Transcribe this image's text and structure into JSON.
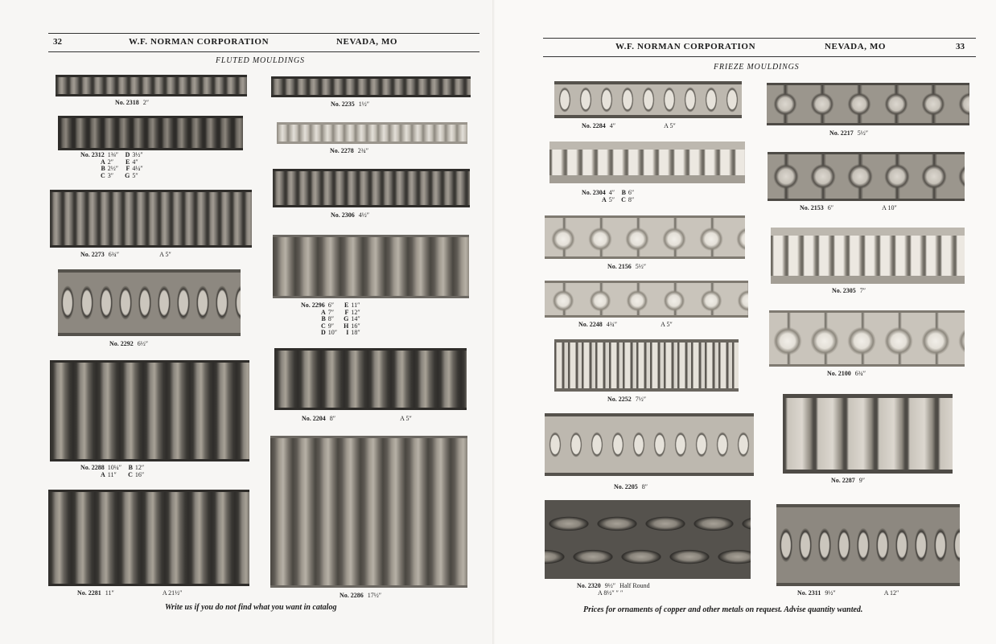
{
  "left_page": {
    "page_number": "32",
    "company": "W.F. NORMAN CORPORATION",
    "city": "NEVADA, MO",
    "section": "FLUTED MOULDINGS",
    "footer": "Write us if you do not find what you want in catalog",
    "items": {
      "n2318": {
        "no": "No. 2318",
        "size": "2″"
      },
      "n2312": {
        "no": "No. 2312",
        "size": "1⅜″",
        "alts": [
          {
            "k": "A",
            "v": "2″"
          },
          {
            "k": "B",
            "v": "2½″"
          },
          {
            "k": "C",
            "v": "3″"
          },
          {
            "k": "D",
            "v": "3½″"
          },
          {
            "k": "E",
            "v": "4″"
          },
          {
            "k": "F",
            "v": "4¼″"
          },
          {
            "k": "G",
            "v": "5″"
          }
        ]
      },
      "n2273": {
        "no": "No. 2273",
        "size": "6¾″",
        "alt": "A  5″"
      },
      "n2292": {
        "no": "No. 2292",
        "size": "6½″"
      },
      "n2288": {
        "no": "No. 2288",
        "size": "10¼″",
        "alts": [
          {
            "k": "A",
            "v": "11″"
          },
          {
            "k": "B",
            "v": "12″"
          },
          {
            "k": "C",
            "v": "16″"
          }
        ]
      },
      "n2281": {
        "no": "No. 2281",
        "size": "11″",
        "alt": "A 21½″"
      },
      "n2235": {
        "no": "No. 2235",
        "size": "1½″"
      },
      "n2278": {
        "no": "No. 2278",
        "size": "2¾″"
      },
      "n2306": {
        "no": "No. 2306",
        "size": "4½″"
      },
      "n2296": {
        "no": "No. 2296",
        "size": "6″",
        "alts": [
          {
            "k": "A",
            "v": "7″"
          },
          {
            "k": "B",
            "v": "8″"
          },
          {
            "k": "C",
            "v": "9″"
          },
          {
            "k": "D",
            "v": "10″"
          },
          {
            "k": "E",
            "v": "11″"
          },
          {
            "k": "F",
            "v": "12″"
          },
          {
            "k": "G",
            "v": "14″"
          },
          {
            "k": "H",
            "v": "16″"
          },
          {
            "k": "I",
            "v": "18″"
          }
        ]
      },
      "n2204": {
        "no": "No. 2204",
        "size": "8″",
        "alt": "A  5″"
      },
      "n2286": {
        "no": "No. 2286",
        "size": "17½″"
      }
    }
  },
  "right_page": {
    "page_number": "33",
    "company": "W.F. NORMAN CORPORATION",
    "city": "NEVADA, MO",
    "section": "FRIEZE MOULDINGS",
    "footer": "Prices for ornaments of copper and other metals on request.   Advise quantity wanted.",
    "items": {
      "n2284": {
        "no": "No. 2284",
        "size": "4″",
        "alt": "A  5″"
      },
      "n2304": {
        "no": "No. 2304",
        "size": "4″",
        "alts": [
          {
            "k": "A",
            "v": "5″"
          },
          {
            "k": "B",
            "v": "6″"
          },
          {
            "k": "C",
            "v": "8″"
          }
        ]
      },
      "n2156": {
        "no": "No. 2156",
        "size": "5½″"
      },
      "n2248": {
        "no": "No. 2248",
        "size": "4¾″",
        "alt": "A  5″"
      },
      "n2252": {
        "no": "No. 2252",
        "size": "7½″"
      },
      "n2205": {
        "no": "No. 2205",
        "size": "8″"
      },
      "n2320": {
        "no": "No. 2320",
        "size": "9½″",
        "note": "Half Round",
        "alt_line": "A  8½″   ″   ″"
      },
      "n2217": {
        "no": "No. 2217",
        "size": "5½″"
      },
      "n2153": {
        "no": "No. 2153",
        "size": "6″",
        "alt": "A  10″"
      },
      "n2305": {
        "no": "No. 2305",
        "size": "7″"
      },
      "n2100": {
        "no": "No. 2100",
        "size": "6¾″"
      },
      "n2287": {
        "no": "No. 2287",
        "size": "9″"
      },
      "n2311": {
        "no": "No. 2311",
        "size": "9½″",
        "alt": "A  12″"
      }
    }
  }
}
